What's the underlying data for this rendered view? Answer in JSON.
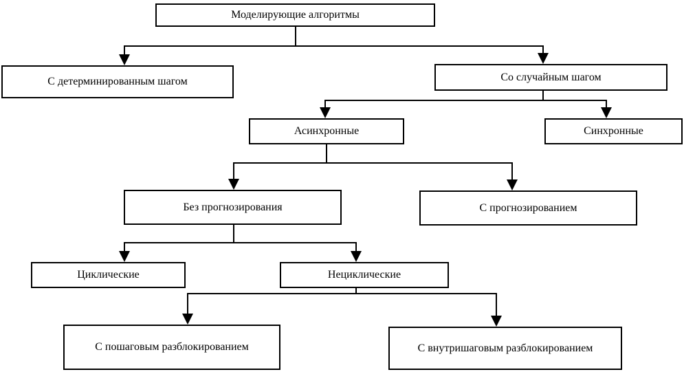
{
  "diagram": {
    "type": "tree-flowchart",
    "language": "ru",
    "colors": {
      "line": "#000000",
      "box_border": "#000000",
      "box_background": "#ffffff",
      "text": "#000000",
      "page_background": "#ffffff"
    },
    "nodes": [
      {
        "id": "root",
        "label": "Моделирующие алгоритмы"
      },
      {
        "id": "deterministic",
        "label": "С детерминированным шагом"
      },
      {
        "id": "random",
        "label": "Со случайным шагом"
      },
      {
        "id": "asynchronous",
        "label": "Асинхронные"
      },
      {
        "id": "synchronous",
        "label": "Синхронные"
      },
      {
        "id": "no-forecast",
        "label": "Без прогнозирования"
      },
      {
        "id": "forecast",
        "label": "С прогнозированием"
      },
      {
        "id": "cyclic",
        "label": "Циклические"
      },
      {
        "id": "acyclic",
        "label": "Нециклические"
      },
      {
        "id": "stepwise",
        "label": "С пошаговым разблокированием"
      },
      {
        "id": "intrastep",
        "label": "С внутришаговым разблокированием"
      }
    ],
    "edges": [
      {
        "from": "root",
        "to": "deterministic"
      },
      {
        "from": "root",
        "to": "random"
      },
      {
        "from": "random",
        "to": "asynchronous"
      },
      {
        "from": "random",
        "to": "synchronous"
      },
      {
        "from": "asynchronous",
        "to": "no-forecast"
      },
      {
        "from": "asynchronous",
        "to": "forecast"
      },
      {
        "from": "no-forecast",
        "to": "cyclic"
      },
      {
        "from": "no-forecast",
        "to": "acyclic"
      },
      {
        "from": "acyclic",
        "to": "stepwise"
      },
      {
        "from": "acyclic",
        "to": "intrastep"
      }
    ]
  }
}
